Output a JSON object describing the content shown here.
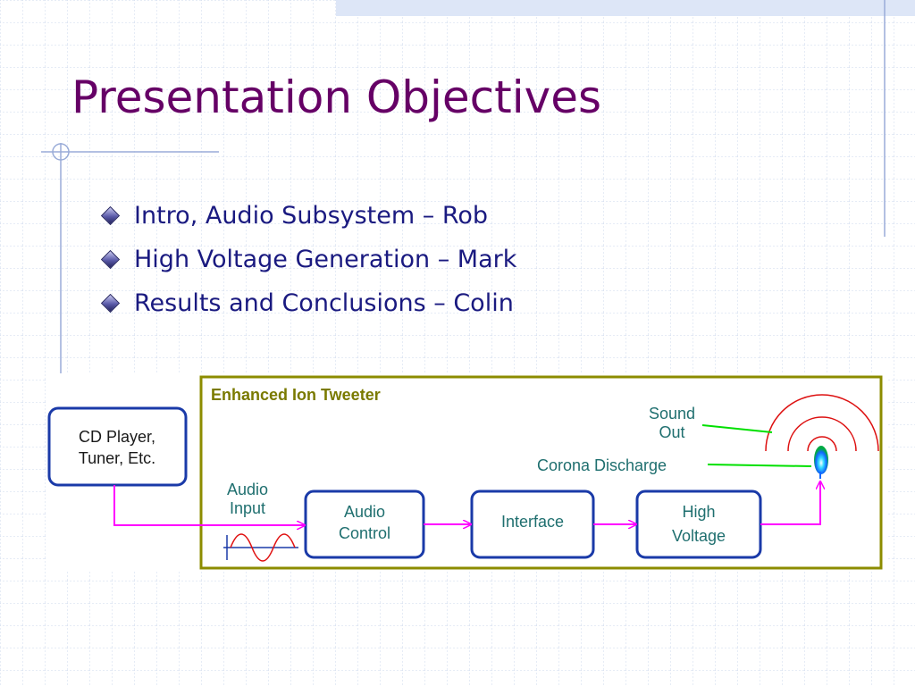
{
  "slide": {
    "title": "Presentation Objectives",
    "bullets": [
      "Intro, Audio Subsystem – Rob",
      "High Voltage Generation – Mark",
      "Results and Conclusions – Colin"
    ]
  },
  "diagram": {
    "panel_title": "Enhanced Ion Tweeter",
    "source_line1": "CD Player,",
    "source_line2": "Tuner, Etc.",
    "audio_input_line1": "Audio",
    "audio_input_line2": "Input",
    "audio_control_line1": "Audio",
    "audio_control_line2": "Control",
    "interface": "Interface",
    "high_voltage_line1": "High",
    "high_voltage_line2": "Voltage",
    "sound_out_line1": "Sound",
    "sound_out_line2": "Out",
    "corona_discharge": "Corona Discharge"
  },
  "colors": {
    "title": "#660066",
    "bullet_text": "#1a1a80",
    "box_border": "#1a3aa8",
    "arrow": "#ff00ff",
    "callout_line": "#00e000",
    "panel_border": "#8c8c00",
    "sound_wave": "#e00000",
    "label_text": "#1f6f6f"
  }
}
